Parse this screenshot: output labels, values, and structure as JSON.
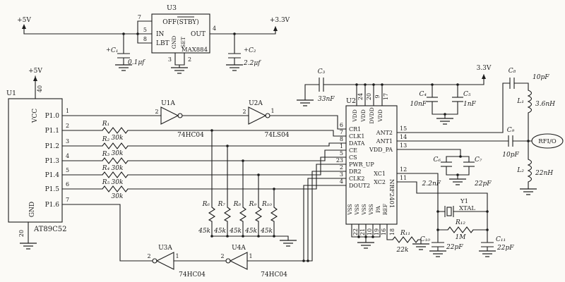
{
  "sch": {
    "reg": {
      "ref": "U3",
      "part": "MAX884",
      "mode": "OFF(STBY)",
      "pin_in": "IN",
      "pin_lbt": "LBT",
      "pin_out": "OUT",
      "pin_gnd": "GND",
      "pin_set": "SET",
      "n_stby": "7",
      "n_in": "5",
      "n_lbt": "8",
      "n_out": "4",
      "n_gnd": "3",
      "n_set": "2",
      "rail_in": "+5V",
      "rail_out": "+3.3V"
    },
    "c1": {
      "ref": "C₁",
      "value": "0.1μf",
      "pol": "+"
    },
    "c2": {
      "ref": "C₂",
      "value": "2.2μf",
      "pol": "+"
    },
    "mcu": {
      "ref": "U1",
      "part": "AT89C52",
      "rail": "+5V",
      "vcc": "VCC",
      "vcc_pin": "40",
      "gnd": "GND",
      "gnd_pin": "20",
      "ports": [
        {
          "name": "P1.0",
          "pin": "1"
        },
        {
          "name": "P1.1",
          "pin": "2"
        },
        {
          "name": "P1.2",
          "pin": "3"
        },
        {
          "name": "P1.3",
          "pin": "4"
        },
        {
          "name": "P1.4",
          "pin": "5"
        },
        {
          "name": "P1.5",
          "pin": "6"
        },
        {
          "name": "P1.6",
          "pin": "7"
        }
      ]
    },
    "gates": {
      "u1a": {
        "ref": "U1A",
        "part": "74HC04",
        "pin_left": "2",
        "pin_right": ""
      },
      "u2a": {
        "ref": "U2A",
        "part": "74LS04",
        "pin_left": "2",
        "pin_right": "1"
      },
      "u3a": {
        "ref": "U3A",
        "part": "74HC04",
        "pin_left": "2",
        "pin_right": "1"
      },
      "u4a": {
        "ref": "U4A",
        "part": "74HC04",
        "pin_left": "2",
        "pin_right": "1"
      }
    },
    "rs": [
      {
        "ref": "R₁",
        "value": "30k"
      },
      {
        "ref": "R₂",
        "value": "30k"
      },
      {
        "ref": "R₃",
        "value": "30k"
      },
      {
        "ref": "R₄",
        "value": "30k"
      },
      {
        "ref": "R₅",
        "value": "30k"
      }
    ],
    "rp": [
      {
        "ref": "R₆",
        "value": "45k"
      },
      {
        "ref": "R₇",
        "value": "45k"
      },
      {
        "ref": "R₈",
        "value": "45k"
      },
      {
        "ref": "R₉",
        "value": "45k"
      },
      {
        "ref": "R₁₀",
        "value": "45k"
      }
    ],
    "rf": {
      "ref": "U2",
      "part": "NRF2401",
      "rail": "3.3V",
      "port": "RFI/O",
      "pins_left": [
        {
          "name": "CR1",
          "num": "6"
        },
        {
          "name": "CLK1",
          "num": "7"
        },
        {
          "name": "DATA",
          "num": "8"
        },
        {
          "name": "CE",
          "num": "1"
        },
        {
          "name": "CS",
          "num": "5"
        },
        {
          "name": "PWR_UP",
          "num": "23"
        },
        {
          "name": "DR2",
          "num": "2"
        },
        {
          "name": "CLK2",
          "num": "3"
        },
        {
          "name": "DOUT2",
          "num": "4"
        }
      ],
      "pins_top": [
        {
          "name": "VDD",
          "num": "24"
        },
        {
          "name": "VDD",
          "num": "20"
        },
        {
          "name": "DVDD",
          "num": "9"
        },
        {
          "name": "VDD",
          "num": "17"
        }
      ],
      "pins_right": [
        {
          "name": "ANT2",
          "num": "15"
        },
        {
          "name": "ANT1",
          "num": "14"
        },
        {
          "name": "VDD_PA",
          "num": "13"
        },
        {
          "name": "XC1",
          "num": "12"
        },
        {
          "name": "XC2",
          "num": "11"
        }
      ],
      "pins_bottom": [
        {
          "name": "VSS",
          "num": "22"
        },
        {
          "name": "VSS",
          "num": "21"
        },
        {
          "name": "VSS",
          "num": "10"
        },
        {
          "name": "VSS",
          "num": "19"
        },
        {
          "name": "PA",
          "num": "16"
        },
        {
          "name": "REF",
          "num": "18"
        }
      ]
    },
    "c3": {
      "ref": "C₃",
      "value": "33nF"
    },
    "c4": {
      "ref": "C₄",
      "value": "10nF"
    },
    "c5": {
      "ref": "C₅",
      "value": "1nF"
    },
    "c6": {
      "ref": "C₆",
      "value": "2.2nF"
    },
    "c7": {
      "ref": "C₇",
      "value": "22pF"
    },
    "c8": {
      "ref": "C₈",
      "value": "10pF"
    },
    "c9": {
      "ref": "C₉",
      "value": "10pF"
    },
    "c10": {
      "ref": "C₁₀",
      "value": "22pF"
    },
    "c11": {
      "ref": "C₁₁",
      "value": "22pF"
    },
    "l1": {
      "ref": "L₁",
      "value": "3.6nH"
    },
    "l2": {
      "ref": "L₂",
      "value": "22nH"
    },
    "r11": {
      "ref": "R₁₁",
      "value": "22k"
    },
    "r12": {
      "ref": "R₁₂",
      "value": "1M"
    },
    "xtal": {
      "ref": "Y1",
      "part": "XTAL"
    }
  }
}
